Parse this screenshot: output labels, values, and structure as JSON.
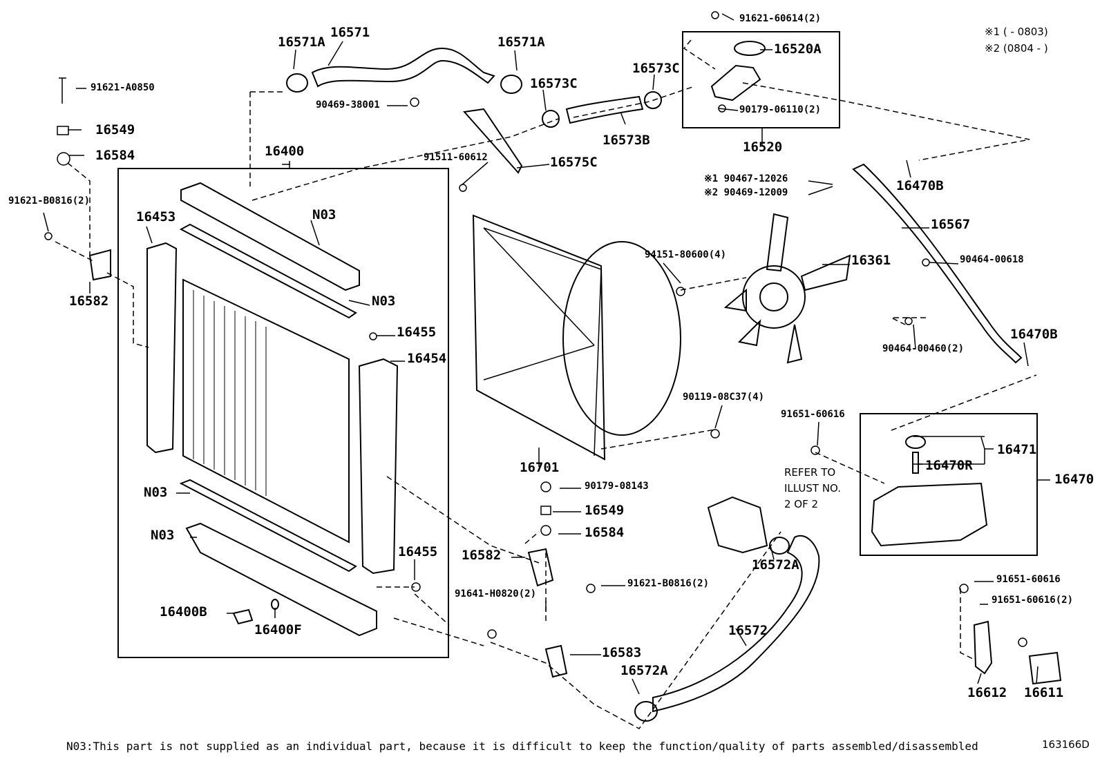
{
  "diagram": {
    "code": "163166D",
    "footnote": "N03:This part is not supplied as an individual part, because it is difficult to keep the function/quality of parts assembled/disassembled",
    "notes": [
      "※1 (       - 0803)",
      "※2 (0804 -        )"
    ],
    "refer": [
      "REFER TO",
      "ILLUST NO.",
      "2 OF 2"
    ],
    "labels": [
      {
        "id": "16571A-l",
        "text": "16571A",
        "cls": "pn"
      },
      {
        "id": "16571",
        "text": "16571",
        "cls": "pn"
      },
      {
        "id": "16571A-r",
        "text": "16571A",
        "cls": "pn"
      },
      {
        "id": "90469-38001",
        "text": "90469-38001",
        "cls": "sm"
      },
      {
        "id": "16573C-a",
        "text": "16573C",
        "cls": "pn"
      },
      {
        "id": "16573C-b",
        "text": "16573C",
        "cls": "pn"
      },
      {
        "id": "16573B",
        "text": "16573B",
        "cls": "pn"
      },
      {
        "id": "91621-60614",
        "text": "91621-60614(2)",
        "cls": "sm"
      },
      {
        "id": "16520A",
        "text": "16520A",
        "cls": "pn"
      },
      {
        "id": "90179-06110",
        "text": "90179-06110(2)",
        "cls": "sm"
      },
      {
        "id": "16520",
        "text": "16520",
        "cls": "pn"
      },
      {
        "id": "91621-A0850",
        "text": "91621-A0850",
        "cls": "sm"
      },
      {
        "id": "16549-a",
        "text": "16549",
        "cls": "pn"
      },
      {
        "id": "16584-a",
        "text": "16584",
        "cls": "pn"
      },
      {
        "id": "91621-B0816-a",
        "text": "91621-B0816(2)",
        "cls": "sm"
      },
      {
        "id": "16582-a",
        "text": "16582",
        "cls": "pn"
      },
      {
        "id": "16400",
        "text": "16400",
        "cls": "pn"
      },
      {
        "id": "16453",
        "text": "16453",
        "cls": "pn"
      },
      {
        "id": "N03-a",
        "text": "N03",
        "cls": "pn"
      },
      {
        "id": "N03-b",
        "text": "N03",
        "cls": "pn"
      },
      {
        "id": "16455-a",
        "text": "16455",
        "cls": "pn"
      },
      {
        "id": "16454",
        "text": "16454",
        "cls": "pn"
      },
      {
        "id": "91511-60612",
        "text": "91511-60612",
        "cls": "sm"
      },
      {
        "id": "16575C",
        "text": "16575C",
        "cls": "pn"
      },
      {
        "id": "ast1",
        "text": "※1 90467-12026",
        "cls": "sm"
      },
      {
        "id": "ast2",
        "text": "※2 90469-12009",
        "cls": "sm"
      },
      {
        "id": "16470B-a",
        "text": "16470B",
        "cls": "pn"
      },
      {
        "id": "16567",
        "text": "16567",
        "cls": "pn"
      },
      {
        "id": "94151-80600",
        "text": "94151-80600(4)",
        "cls": "sm"
      },
      {
        "id": "16361",
        "text": "16361",
        "cls": "pn"
      },
      {
        "id": "90464-00618",
        "text": "90464-00618",
        "cls": "sm"
      },
      {
        "id": "16470B-b",
        "text": "16470B",
        "cls": "pn"
      },
      {
        "id": "90464-00460",
        "text": "90464-00460(2)",
        "cls": "sm"
      },
      {
        "id": "90119-08C37",
        "text": "90119-08C37(4)",
        "cls": "sm"
      },
      {
        "id": "91651-60616-a",
        "text": "91651-60616",
        "cls": "sm"
      },
      {
        "id": "16701",
        "text": "16701",
        "cls": "pn"
      },
      {
        "id": "16471",
        "text": "16471",
        "cls": "pn"
      },
      {
        "id": "16470R",
        "text": "16470R",
        "cls": "pn"
      },
      {
        "id": "16470",
        "text": "16470",
        "cls": "pn"
      },
      {
        "id": "90179-08143",
        "text": "90179-08143",
        "cls": "sm"
      },
      {
        "id": "N03-c",
        "text": "N03",
        "cls": "pn"
      },
      {
        "id": "16549-b",
        "text": "16549",
        "cls": "pn"
      },
      {
        "id": "N03-d",
        "text": "N03",
        "cls": "pn"
      },
      {
        "id": "16584-b",
        "text": "16584",
        "cls": "pn"
      },
      {
        "id": "16455-b",
        "text": "16455",
        "cls": "pn"
      },
      {
        "id": "16582-b",
        "text": "16582",
        "cls": "pn"
      },
      {
        "id": "16572A-a",
        "text": "16572A",
        "cls": "pn"
      },
      {
        "id": "91621-B0816-b",
        "text": "91621-B0816(2)",
        "cls": "sm"
      },
      {
        "id": "91651-60616-b",
        "text": "91651-60616",
        "cls": "sm"
      },
      {
        "id": "91641-H0820",
        "text": "91641-H0820(2)",
        "cls": "sm"
      },
      {
        "id": "91651-60616-c",
        "text": "91651-60616(2)",
        "cls": "sm"
      },
      {
        "id": "16400B",
        "text": "16400B",
        "cls": "pn"
      },
      {
        "id": "16400F",
        "text": "16400F",
        "cls": "pn"
      },
      {
        "id": "16572",
        "text": "16572",
        "cls": "pn"
      },
      {
        "id": "16583",
        "text": "16583",
        "cls": "pn"
      },
      {
        "id": "16572A-b",
        "text": "16572A",
        "cls": "pn"
      },
      {
        "id": "16612",
        "text": "16612",
        "cls": "pn"
      },
      {
        "id": "16611",
        "text": "16611",
        "cls": "pn"
      }
    ]
  }
}
